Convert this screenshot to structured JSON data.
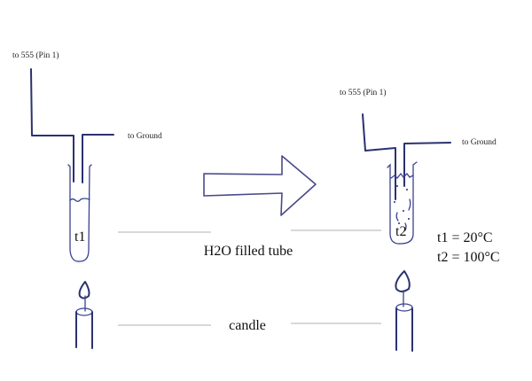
{
  "before": {
    "wire_label": "to 555 (Pin 1)",
    "ground_label": "to Ground",
    "tube_label": "t1"
  },
  "after": {
    "wire_label": "to 555 (Pin 1)",
    "ground_label": "to Ground",
    "tube_label": "t2"
  },
  "labels": {
    "tube": "H2O filled tube",
    "candle": "candle"
  },
  "temperatures": {
    "t1": "t1 = 20°C",
    "t2": "t2 = 100°C"
  },
  "colors": {
    "ink": "#2a3270",
    "guide": "#b0b0b0"
  }
}
